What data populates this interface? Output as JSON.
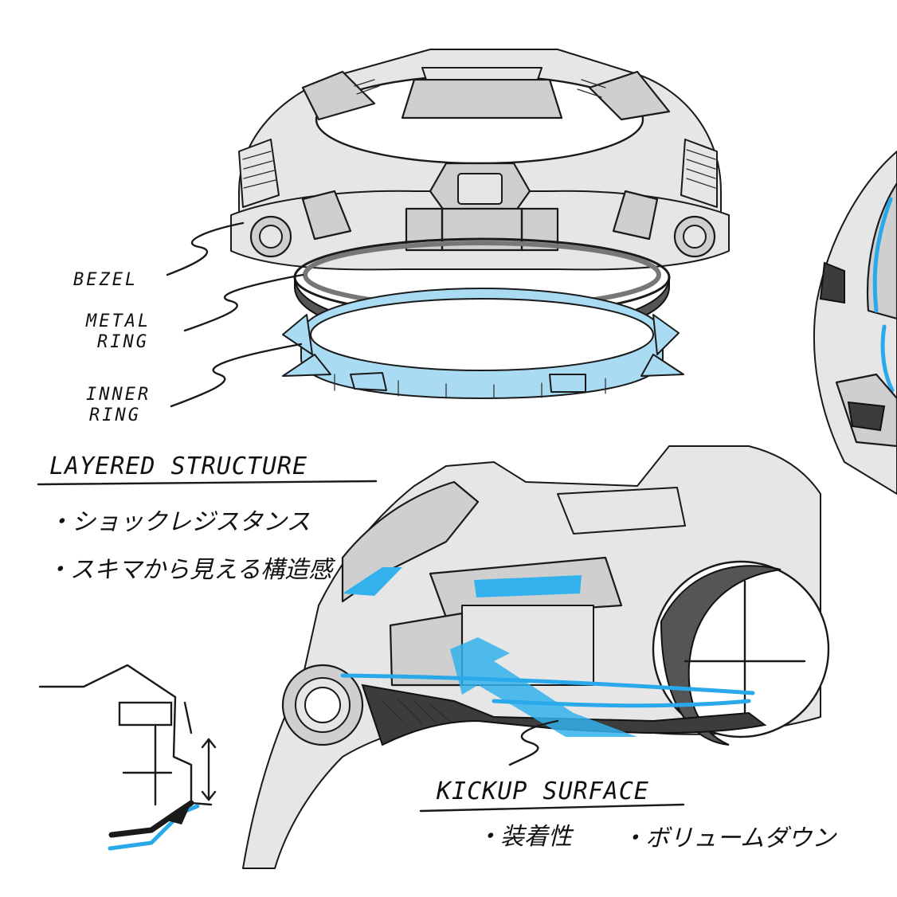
{
  "labels": {
    "bezel": "BEZEL",
    "metal_ring_line1": "METAL",
    "metal_ring_line2": "RING",
    "inner_ring_line1": "INNER",
    "inner_ring_line2": "RING"
  },
  "notes": {
    "layered_heading": "LAYERED STRUCTURE",
    "layered_bullet_1": "・ショックレジスタンス",
    "layered_bullet_2": "・スキマから見える構造感",
    "kickup_heading": "KICKUP SURFACE",
    "kickup_bullet_1": "・装着性",
    "kickup_bullet_2": "・ボリュームダウン"
  },
  "colors": {
    "accent_blue": "#33b1ec",
    "light_blue": "#a9dcf2",
    "metal_grey": "#cfcfcf",
    "ink": "#1a1a1a"
  }
}
